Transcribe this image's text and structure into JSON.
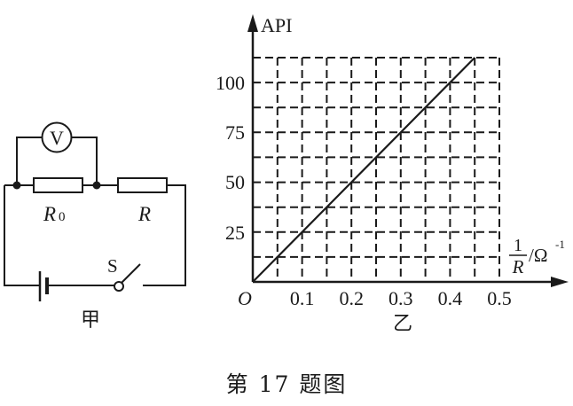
{
  "figure": {
    "caption": "第 17 题图"
  },
  "circuit": {
    "label": "甲",
    "voltmeter_symbol": "V",
    "resistor_fixed_label": "R",
    "resistor_fixed_subscript": "0",
    "resistor_variable_label": "R",
    "switch_label": "S"
  },
  "graph": {
    "label": "乙",
    "origin_label": "O",
    "y_axis_label": "API",
    "x_axis_label_num": "1",
    "x_axis_label_den": "R",
    "x_axis_unit": "/Ω",
    "x_axis_unit_exp": "-1",
    "x_ticks": [
      "0.1",
      "0.2",
      "0.3",
      "0.4",
      "0.5"
    ],
    "y_ticks": [
      "25",
      "50",
      "75",
      "100"
    ]
  },
  "chart_data": {
    "type": "line",
    "title": "",
    "xlabel": "1/R /Ω^-1",
    "ylabel": "API",
    "xlim": [
      0,
      0.5
    ],
    "ylim": [
      0,
      112.5
    ],
    "x_ticks": [
      0.1,
      0.2,
      0.3,
      0.4,
      0.5
    ],
    "y_ticks": [
      25,
      50,
      75,
      100
    ],
    "grid": true,
    "grid_style": "dashed",
    "grid_x_step": 0.05,
    "grid_y_step": 12.5,
    "series": [
      {
        "name": "API vs 1/R",
        "x": [
          0,
          0.05,
          0.1,
          0.15,
          0.2,
          0.25,
          0.3,
          0.35,
          0.4,
          0.45
        ],
        "y": [
          0,
          12.5,
          25,
          37.5,
          50,
          62.5,
          75,
          87.5,
          100,
          112.5
        ]
      }
    ]
  }
}
